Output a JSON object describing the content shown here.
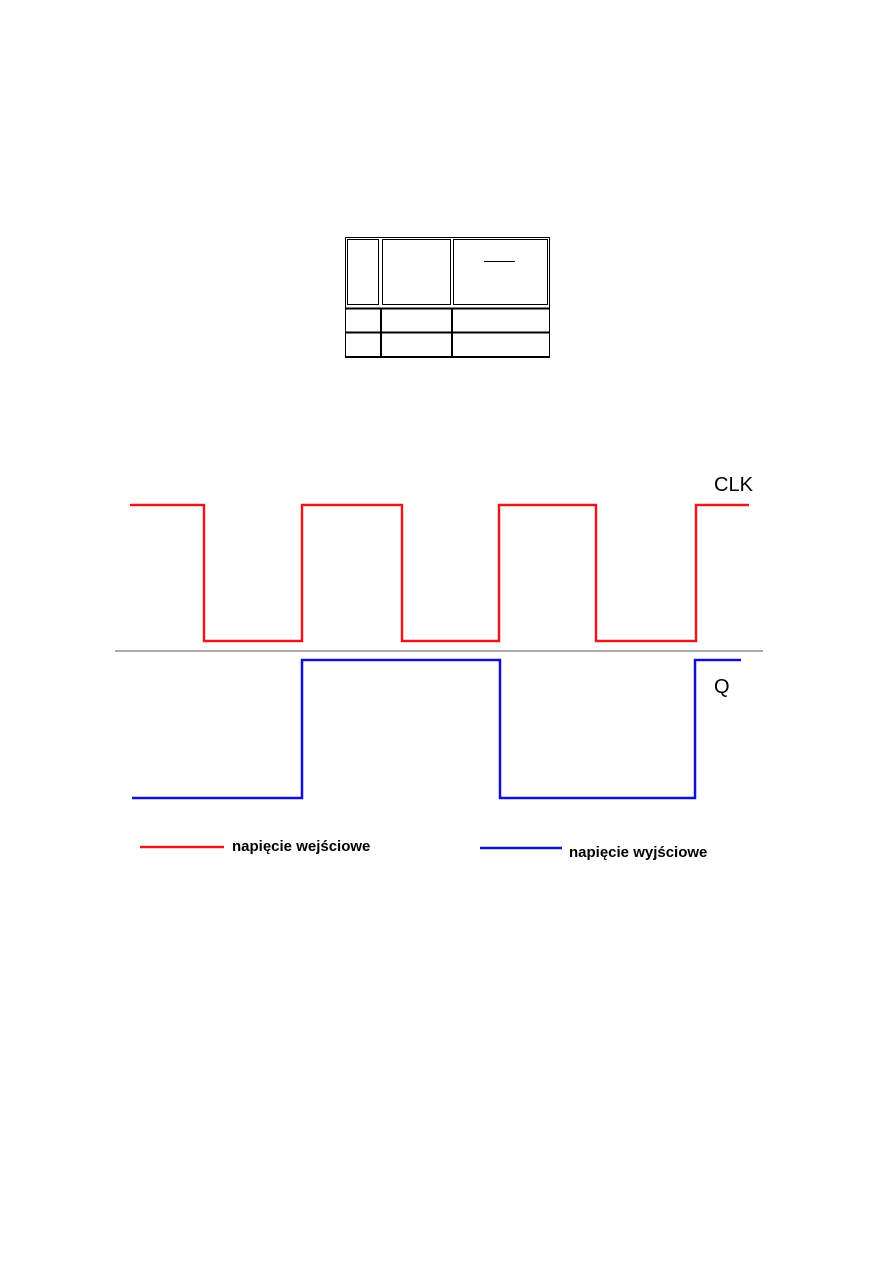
{
  "table": {
    "header": [
      "",
      "",
      ""
    ],
    "rows": [
      [
        "",
        "",
        ""
      ],
      [
        "",
        "",
        ""
      ]
    ]
  },
  "diagram": {
    "signals": [
      {
        "id": "clk",
        "label": "CLK",
        "color": "#e8181e",
        "levels": [
          1,
          0,
          1,
          0,
          1,
          0,
          1
        ]
      },
      {
        "id": "q",
        "label": "Q",
        "color": "#1010d0",
        "levels": [
          0,
          1,
          0,
          1
        ]
      }
    ],
    "legend": [
      {
        "label": "napięcie wejściowe",
        "color": "#e8181e"
      },
      {
        "label": "napięcie wyjściowe",
        "color": "#1010d0"
      }
    ]
  }
}
